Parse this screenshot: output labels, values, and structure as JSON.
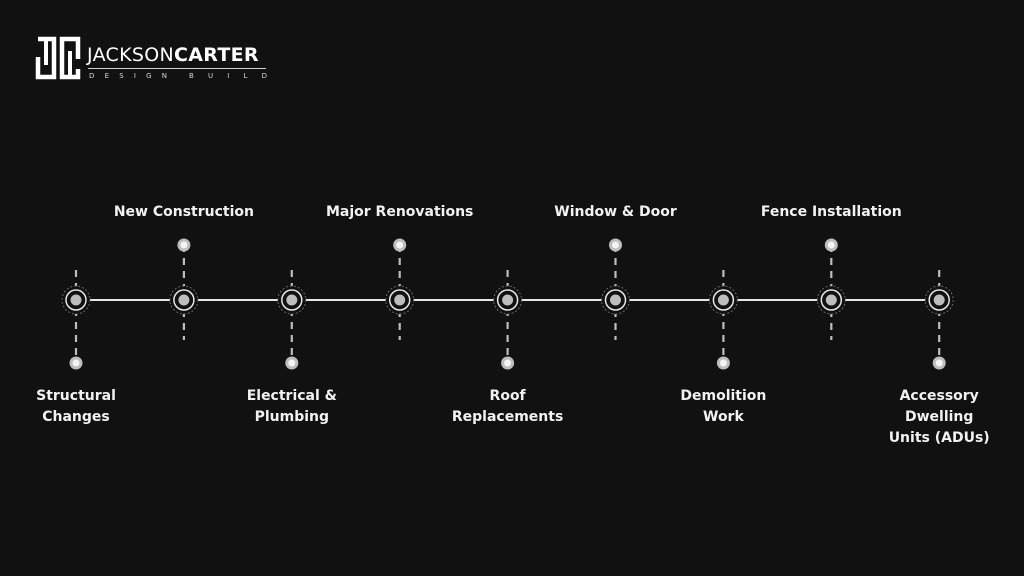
{
  "brand": {
    "name_first": "JACKSON",
    "name_second": "CARTER",
    "tagline_left": "DESIGN",
    "tagline_right": "BUILD",
    "icon": "jc-monogram-icon"
  },
  "colors": {
    "background": "#111111",
    "line": "#e6e6e6",
    "node": "#bdbdbd",
    "text": "#f2f2f2"
  },
  "timeline": {
    "items": [
      {
        "label": [
          "Structural",
          "Changes"
        ],
        "position": "below"
      },
      {
        "label": [
          "New Construction"
        ],
        "position": "above"
      },
      {
        "label": [
          "Electrical &",
          "Plumbing"
        ],
        "position": "below"
      },
      {
        "label": [
          "Major Renovations"
        ],
        "position": "above"
      },
      {
        "label": [
          "Roof",
          "Replacements"
        ],
        "position": "below"
      },
      {
        "label": [
          "Window & Door"
        ],
        "position": "above"
      },
      {
        "label": [
          "Demolition",
          "Work"
        ],
        "position": "below"
      },
      {
        "label": [
          "Fence Installation"
        ],
        "position": "above"
      },
      {
        "label": [
          "Accessory",
          "Dwelling",
          "Units (ADUs)"
        ],
        "position": "below"
      }
    ]
  }
}
